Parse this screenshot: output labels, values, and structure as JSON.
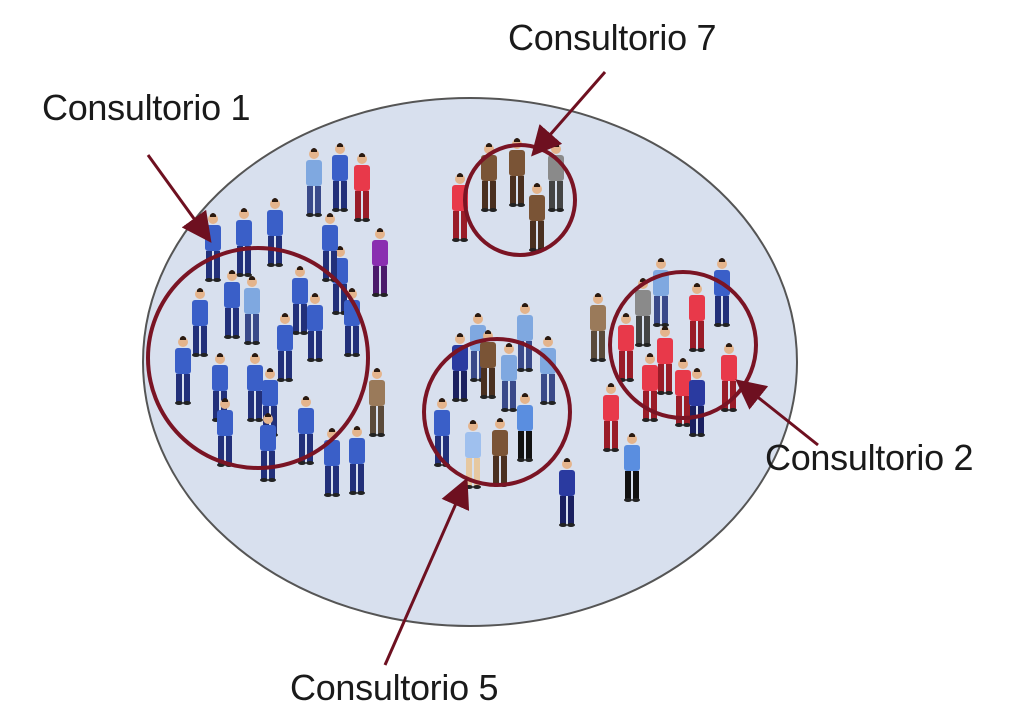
{
  "diagram": {
    "colors": {
      "population_fill": "#d8e0ee",
      "population_stroke": "#555555",
      "circle_stroke": "#7a1424",
      "arrow": "#6e1020"
    },
    "clusters": [
      {
        "label": "Consultorio 1",
        "figure_colors": [
          "#3a5fc8",
          "#22307a"
        ]
      },
      {
        "label": "Consultorio 7",
        "figure_colors": [
          "#7a5436",
          "#4a3020"
        ]
      },
      {
        "label": "Consultorio 2",
        "figure_colors": [
          "#e8394a",
          "#9a1c28"
        ]
      },
      {
        "label": "Consultorio 5",
        "figure_colors": [
          "#7fa8e0",
          "#3a4a8a"
        ]
      }
    ]
  }
}
